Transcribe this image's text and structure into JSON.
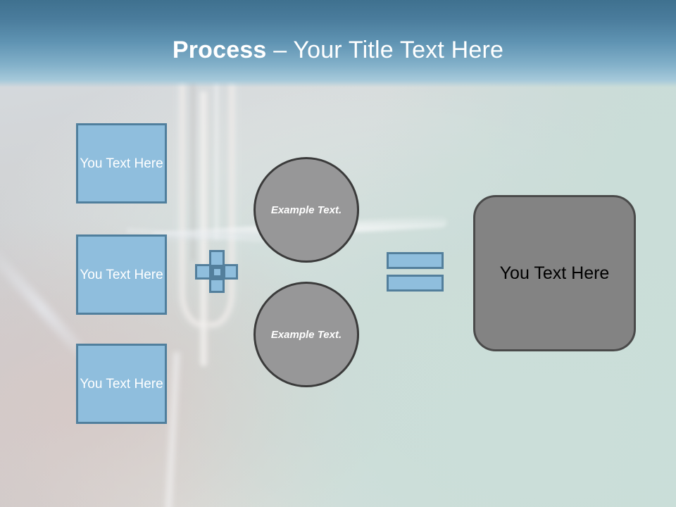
{
  "slide": {
    "title": {
      "strong": "Process",
      "light": " – Your Title Text Here"
    }
  },
  "colors": {
    "header_top": "#3f718f",
    "header_bottom": "#a6c9da",
    "accent_blue_fill": "#8fbedd",
    "accent_blue_border": "#507f9d",
    "grey_fill": "#979798",
    "grey_border": "#3b3b3b",
    "result_fill": "#838383",
    "result_border": "#4a4a4a",
    "title_text": "#ffffff",
    "box_text": "#ffffff",
    "result_text": "#000000"
  },
  "boxes": [
    {
      "label": "You Text Here"
    },
    {
      "label": "You Text Here"
    },
    {
      "label": "You Text Here"
    }
  ],
  "circles": [
    {
      "label": "Example Text."
    },
    {
      "label": "Example Text."
    }
  ],
  "operators": {
    "plus": "plus-sign",
    "equals": "equals-sign"
  },
  "result": {
    "label": "You Text Here"
  }
}
